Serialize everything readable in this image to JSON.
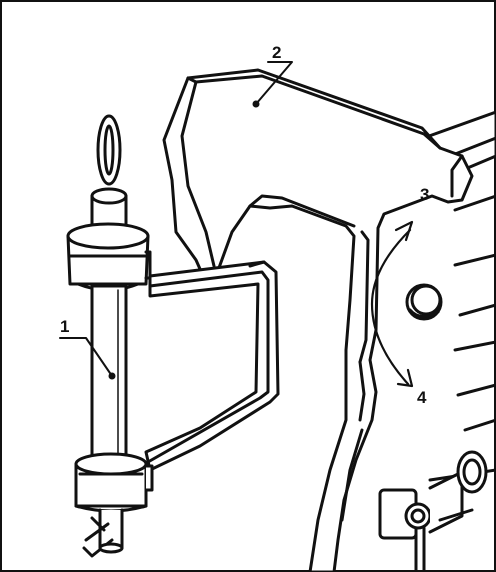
{
  "diagram": {
    "labels": {
      "one": "1",
      "two": "2",
      "three": "3",
      "four": "4"
    },
    "colors": {
      "stroke": "#111111",
      "fill": "#ffffff",
      "background": "#ffffff"
    }
  }
}
